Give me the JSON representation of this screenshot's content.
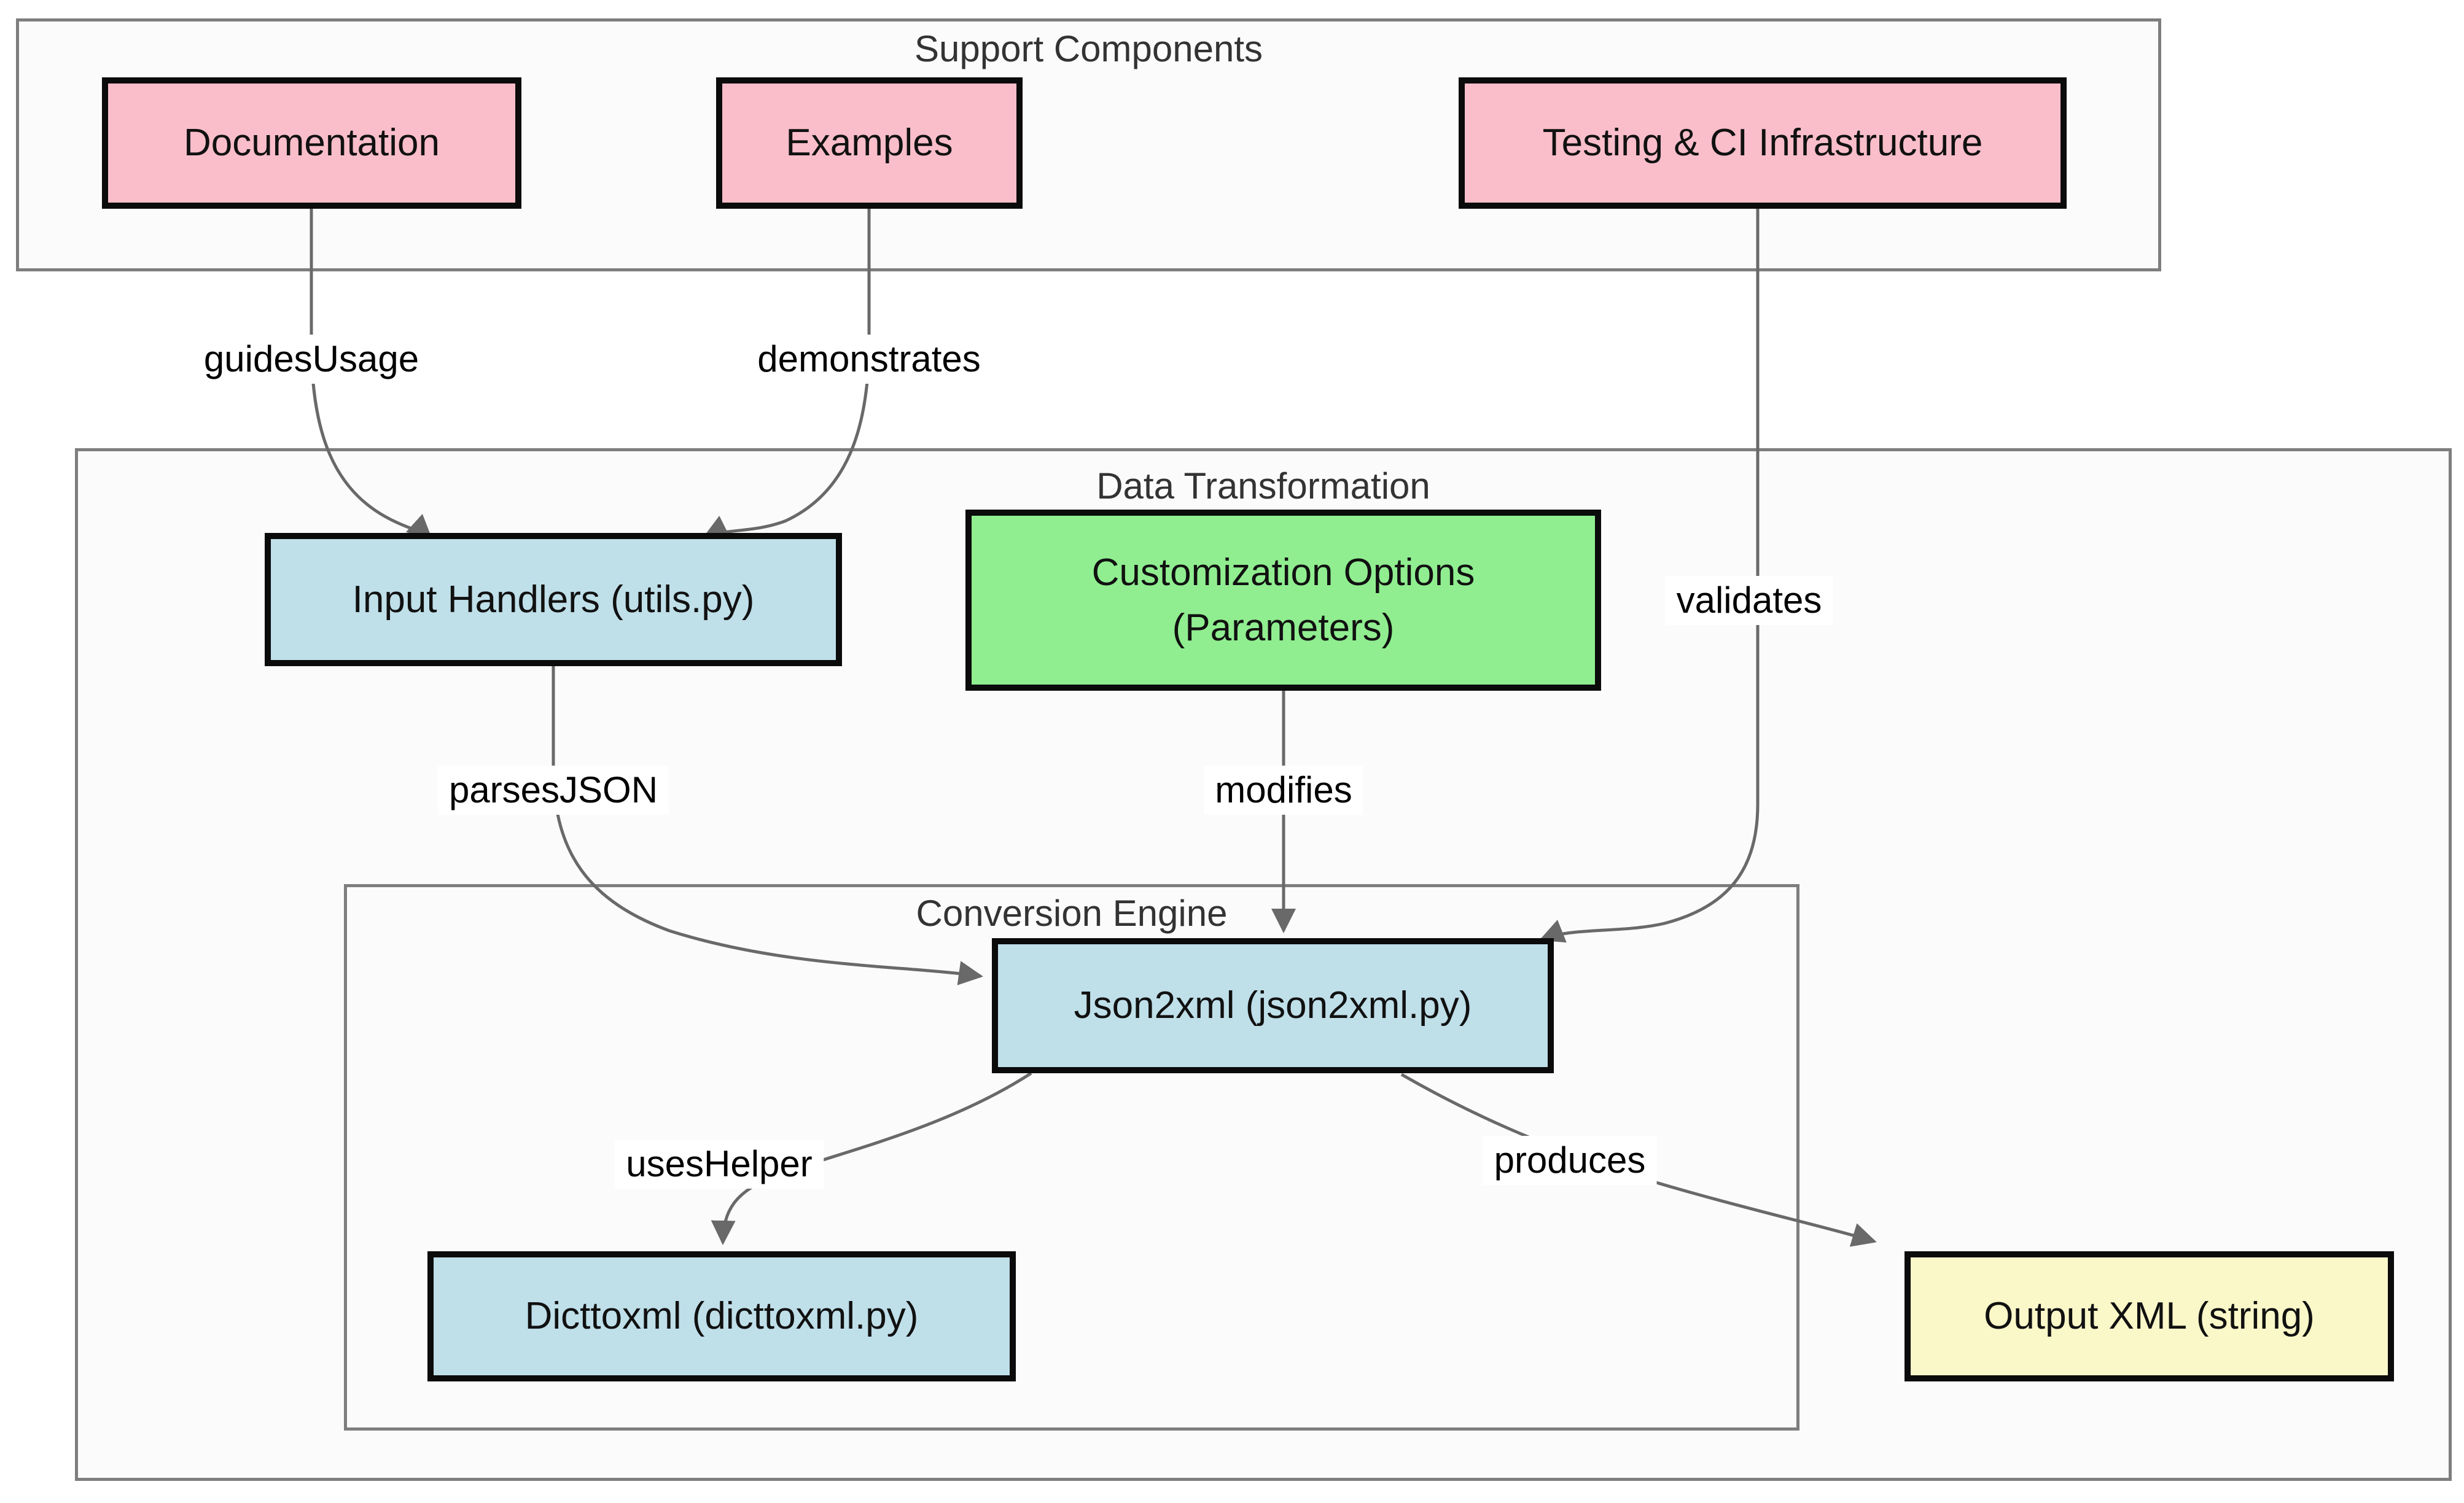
{
  "diagram": {
    "type": "flowchart",
    "clusters": {
      "support": {
        "title": "Support Components"
      },
      "data_transformation": {
        "title": "Data Transformation"
      },
      "conversion_engine": {
        "title": "Conversion Engine"
      }
    },
    "nodes": {
      "documentation": {
        "label": "Documentation",
        "fill": "#f9beca"
      },
      "examples": {
        "label": "Examples",
        "fill": "#f9beca"
      },
      "testing": {
        "label": "Testing & CI Infrastructure",
        "fill": "#f9beca"
      },
      "input_handlers": {
        "label": "Input Handlers (utils.py)",
        "fill": "#bfdfe9"
      },
      "customization": {
        "label_line1": "Customization Options",
        "label_line2": "(Parameters)",
        "fill": "#90ee90"
      },
      "json2xml": {
        "label": "Json2xml (json2xml.py)",
        "fill": "#bfdfe9"
      },
      "dicttoxml": {
        "label": "Dicttoxml (dicttoxml.py)",
        "fill": "#bfdfe9"
      },
      "output_xml": {
        "label": "Output XML (string)",
        "fill": "#faf7c8"
      }
    },
    "edges": {
      "guides_usage": {
        "label": "guidesUsage",
        "from": "Documentation",
        "to": "Input Handlers (utils.py)"
      },
      "demonstrates": {
        "label": "demonstrates",
        "from": "Examples",
        "to": "Input Handlers (utils.py)"
      },
      "validates": {
        "label": "validates",
        "from": "Testing & CI Infrastructure",
        "to": "Json2xml (json2xml.py)"
      },
      "parses_json": {
        "label": "parsesJSON",
        "from": "Input Handlers (utils.py)",
        "to": "Json2xml (json2xml.py)"
      },
      "modifies": {
        "label": "modifies",
        "from": "Customization Options (Parameters)",
        "to": "Json2xml (json2xml.py)"
      },
      "uses_helper": {
        "label": "usesHelper",
        "from": "Json2xml (json2xml.py)",
        "to": "Dicttoxml (dicttoxml.py)"
      },
      "produces": {
        "label": "produces",
        "from": "Json2xml (json2xml.py)",
        "to": "Output XML (string)"
      }
    },
    "colors": {
      "node_border": "#0b0b0b",
      "cluster_border": "#7e7e7e",
      "cluster_fill": "#fbfbfb",
      "edge_stroke": "#696969",
      "pink": "#f9beca",
      "blue": "#bfdfe9",
      "green": "#90ee90",
      "yellow": "#faf7c8",
      "background": "#ffffff"
    }
  }
}
